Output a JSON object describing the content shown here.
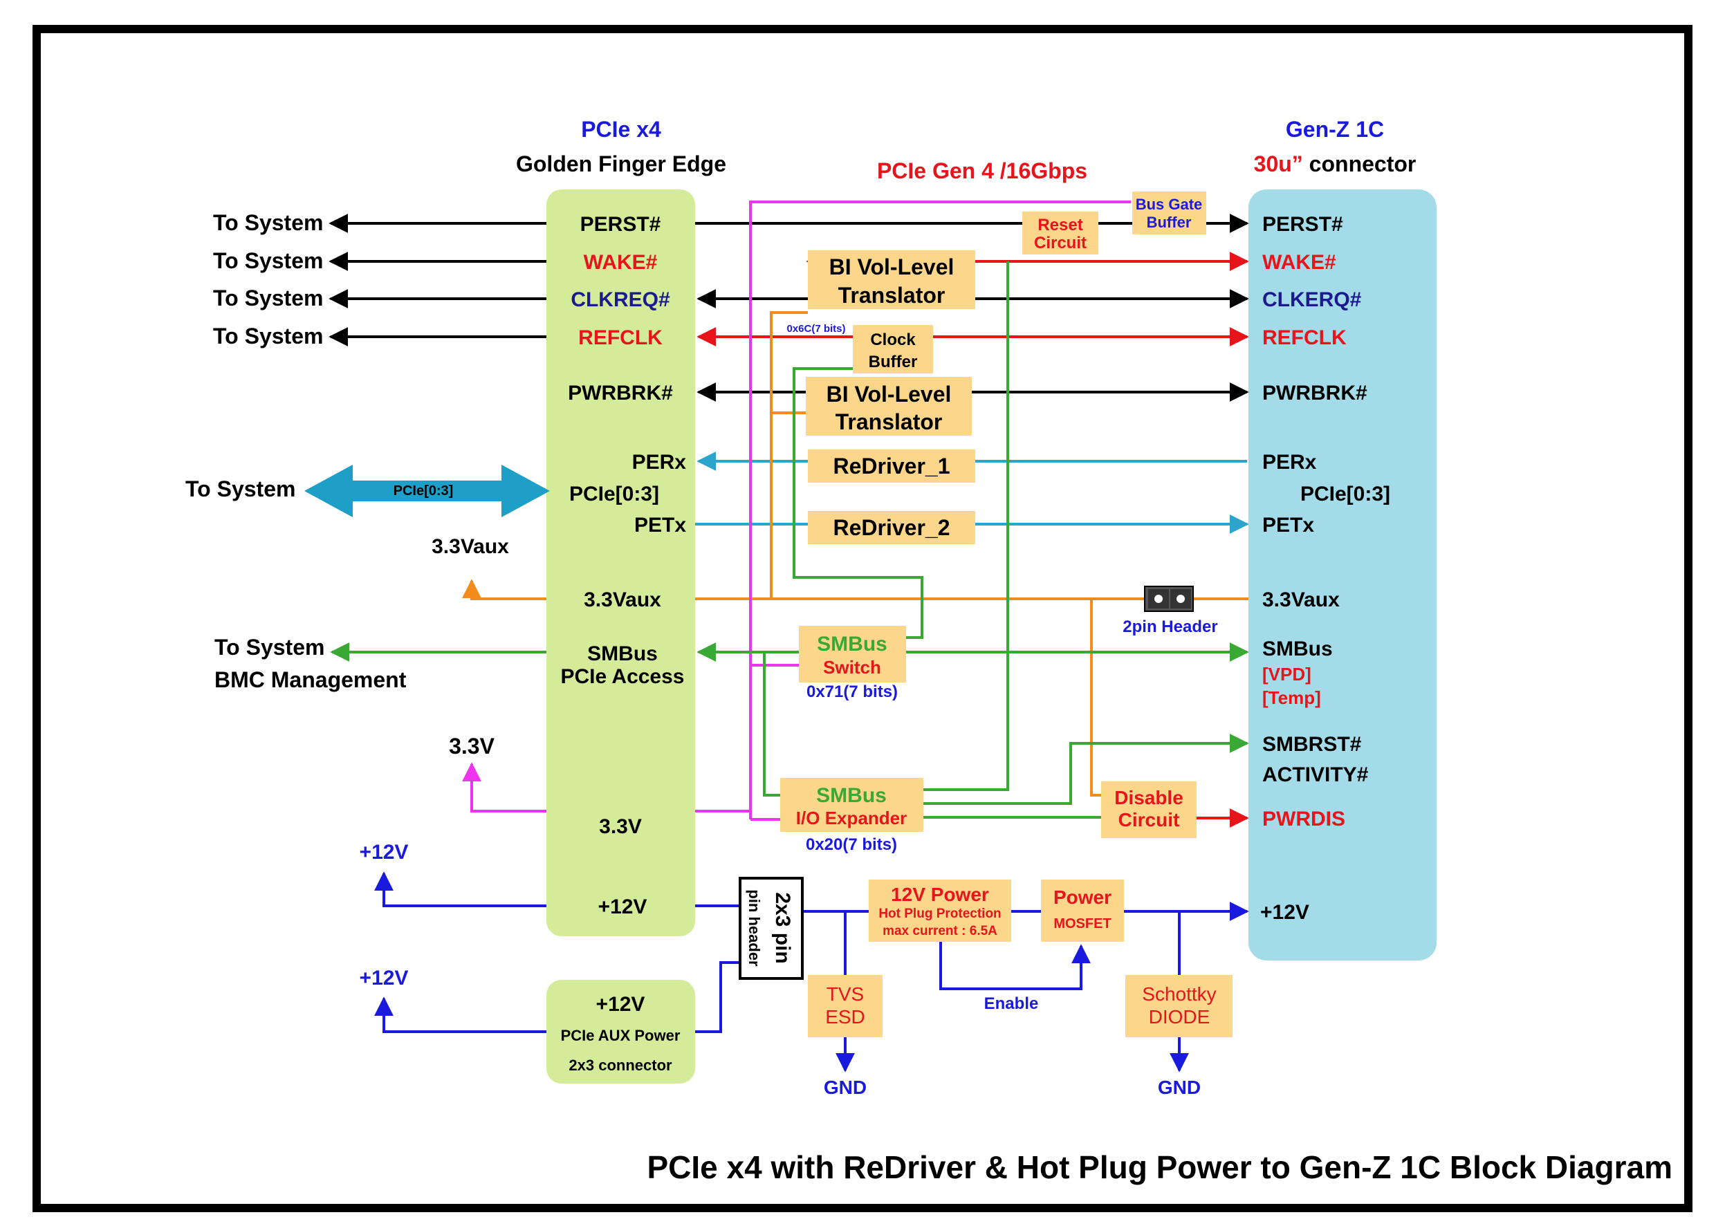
{
  "header": {
    "left_title": "PCIe x4",
    "left_subtitle": "Golden Finger Edge",
    "center_title": "PCIe Gen 4 /16Gbps",
    "right_title": "Gen-Z 1C",
    "right_sub_red": "30u”",
    "right_sub_black": "connector"
  },
  "left_ext": {
    "to_system": "To System",
    "pcie_bus": "PCIe[0:3]",
    "aux": "3.3Vaux",
    "bmc": "BMC Management",
    "v33": "3.3V",
    "v12": "+12V"
  },
  "left_block": {
    "perst": "PERST#",
    "wake": "WAKE#",
    "clkreq": "CLKREQ#",
    "refclk": "REFCLK",
    "pwrbrk": "PWRBRK#",
    "perx": "PERx",
    "pcie": "PCIe[0:3]",
    "petx": "PETx",
    "aux": "3.3Vaux",
    "smbus1": "SMBus",
    "smbus2": "PCIe Access",
    "v33": "3.3V",
    "v12": "+12V"
  },
  "aux_block": {
    "line1": "+12V",
    "line2": "PCIe AUX Power",
    "line3": "2x3 connector"
  },
  "right_block": {
    "perst": "PERST#",
    "wake": "WAKE#",
    "clkerq": "CLKERQ#",
    "refclk": "REFCLK",
    "pwrbrk": "PWRBRK#",
    "perx": "PERx",
    "pcie": "PCIe[0:3]",
    "petx": "PETx",
    "aux": "3.3Vaux",
    "smbus": "SMBus",
    "vpd": "[VPD]",
    "temp": "[Temp]",
    "smbrst": "SMBRST#",
    "activity": "ACTIVITY#",
    "pwrdis": "PWRDIS",
    "v12": "+12V"
  },
  "components": {
    "bus_gate": [
      "Bus Gate",
      "Buffer"
    ],
    "reset": [
      "Reset",
      "Circuit"
    ],
    "translator1": [
      "BI Vol-Level",
      "Translator"
    ],
    "translator2": [
      "BI Vol-Level",
      "Translator"
    ],
    "clock_buffer": [
      "Clock",
      "Buffer"
    ],
    "clock_addr": "0x6C(7 bits)",
    "redriver1": "ReDriver_1",
    "redriver2": "ReDriver_2",
    "smbus_switch": [
      "SMBus",
      "Switch"
    ],
    "switch_addr": "0x71(7 bits)",
    "io_expander": [
      "SMBus",
      "I/O Expander"
    ],
    "expander_addr": "0x20(7 bits)",
    "disable": [
      "Disable",
      "Circuit"
    ],
    "header_2pin": "2pin Header",
    "pin_header_2x3": [
      "2x3 pin",
      "pin header"
    ],
    "hot_plug": [
      "12V Power",
      "Hot Plug Protection",
      "max current : 6.5A"
    ],
    "mosfet": [
      "Power",
      "MOSFET"
    ],
    "tvs": [
      "TVS",
      "ESD"
    ],
    "schottky": [
      "Schottky",
      "DIODE"
    ],
    "enable": "Enable",
    "gnd": "GND"
  },
  "footer": {
    "title": "PCIe x4 with ReDriver & Hot Plug Power to Gen-Z 1C Block Diagram"
  },
  "colors": {
    "green_block": "#d4ec9a",
    "blue_block": "#a3dce8",
    "component": "#fcd68a",
    "black": "#000000",
    "red": "#e8141b",
    "blue_text": "#1a1adf",
    "navy": "#1b1b8f",
    "magenta": "#ee34ee",
    "orange": "#f28c1c",
    "green": "#3aa834",
    "cyan": "#2ba5cc",
    "power_blue": "#1a1adf"
  }
}
